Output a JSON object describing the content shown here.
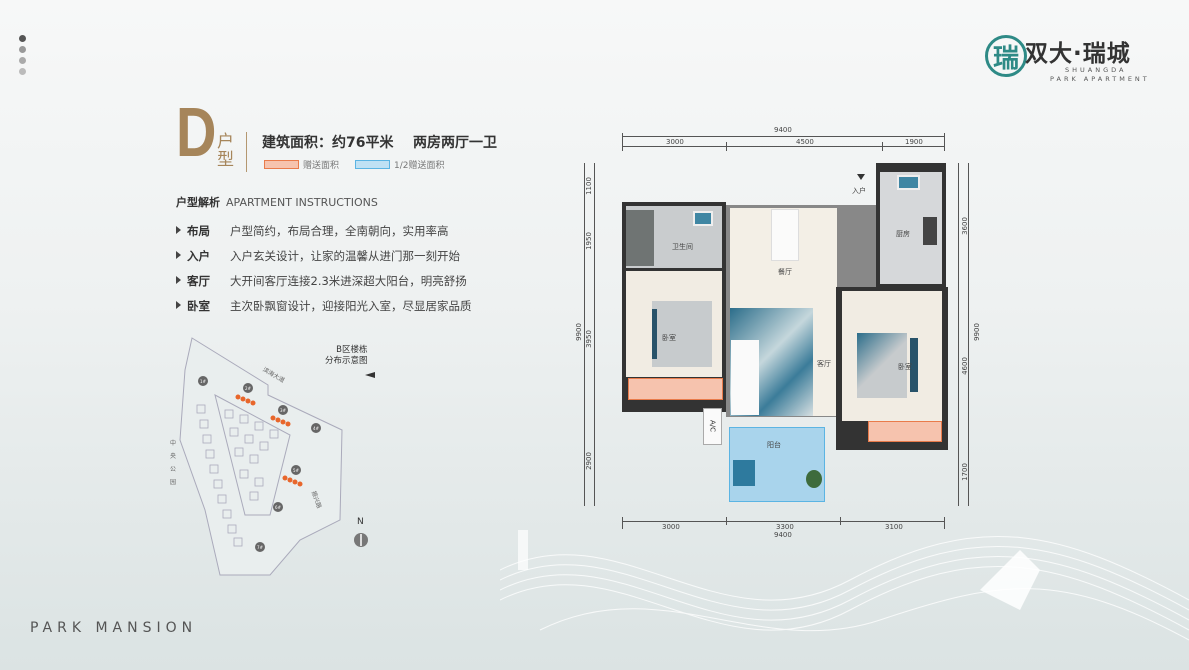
{
  "nav_dots": {
    "count": 4,
    "active": 0
  },
  "logo": {
    "name": "双大·瑞城",
    "emblem": "瑞",
    "sub1": "SHUANGDA",
    "sub2": "PARK APARTMENT",
    "color": "#2e8a86"
  },
  "unit": {
    "letter": "D",
    "type_label": "户型",
    "area": "建筑面积：约76平米",
    "layout": "两房两厅一卫"
  },
  "legend": [
    {
      "label": "赠送面积",
      "color": "#e97b4b"
    },
    {
      "label": "1/2赠送面积",
      "color": "#5bb4e3"
    }
  ],
  "analysis": {
    "title_cn": "户型解析",
    "title_en": "APARTMENT INSTRUCTIONS",
    "items": [
      {
        "key": "布局",
        "text": "户型简约，布局合理，全南朝向，实用率高"
      },
      {
        "key": "入户",
        "text": "入户玄关设计，让家的温馨从进门那一刻开始"
      },
      {
        "key": "客厅",
        "text": "大开间客厅连接2.3米进深超大阳台，明亮舒扬"
      },
      {
        "key": "卧室",
        "text": "主次卧飘窗设计，迎接阳光入室，尽显居家品质"
      }
    ]
  },
  "site_map": {
    "title_line1": "B区楼栋",
    "title_line2": "分布示意图",
    "left_label": "中央公园",
    "road_top": "滨海大道",
    "road_right": "振兴路",
    "north": "N",
    "buildings": [
      "1#",
      "2#",
      "3#",
      "4#",
      "5#",
      "6#",
      "7#"
    ],
    "highlight_color": "#e8662b"
  },
  "floorplan": {
    "top_total": "9400",
    "top": [
      "3000",
      "4500",
      "1900"
    ],
    "bottom": [
      "3000",
      "3300",
      "3100"
    ],
    "bottom_total": "9400",
    "left": [
      "1100",
      "1950",
      "3950",
      "2900"
    ],
    "left_total": "9900",
    "right": [
      "3600",
      "4600",
      "1700"
    ],
    "right_total": "9900",
    "rooms": {
      "bath": "卫生间",
      "dining": "餐厅",
      "kitchen": "厨房",
      "living": "客厅",
      "bed1": "卧室",
      "bed2": "卧室",
      "balcony": "阳台",
      "entry": "入户",
      "ac": "A/C"
    }
  },
  "footer": "PARK MANSION"
}
